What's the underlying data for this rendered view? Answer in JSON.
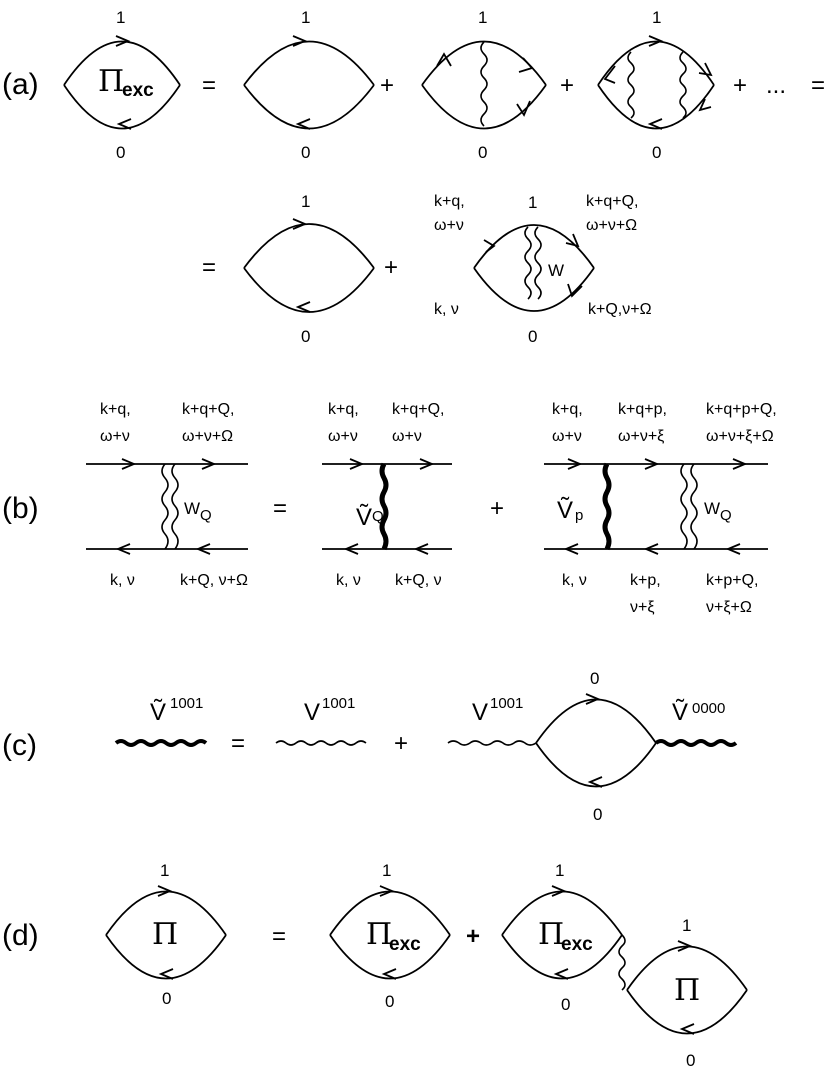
{
  "panels": {
    "a": "(a)",
    "b": "(b)",
    "c": "(c)",
    "d": "(d)"
  },
  "labels": {
    "one": "1",
    "zero": "0",
    "eq": "=",
    "plus": "+",
    "bold_plus": "+",
    "dots": "...",
    "pi": "Π",
    "exc": "exc",
    "W": "W",
    "Q": "Q",
    "p": "p",
    "V": "V",
    "Vtilde": "Ṽ",
    "sup1001": "1001",
    "sup0000": "0000"
  },
  "a_row2": {
    "tl1": "k+q,",
    "tl2": "ω+ν",
    "tr1": "k+q+Q,",
    "tr2": "ω+ν+Ω",
    "bl": "k, ν",
    "br": "k+Q,ν+Ω"
  },
  "b": {
    "d1_t1a": "k+q,",
    "d1_t1b": "ω+ν",
    "d1_t2a": "k+q+Q,",
    "d1_t2b": "ω+ν+Ω",
    "d1_b1": "k, ν",
    "d1_b2": "k+Q, ν+Ω",
    "d2_t1a": "k+q,",
    "d2_t1b": "ω+ν",
    "d2_t2a": "k+q+Q,",
    "d2_t2b": "ω+ν",
    "d2_b1": "k, ν",
    "d2_b2": "k+Q, ν",
    "d3_t1a": "k+q,",
    "d3_t1b": "ω+ν",
    "d3_t2a": "k+q+p,",
    "d3_t2b": "ω+ν+ξ",
    "d3_t3a": "k+q+p+Q,",
    "d3_t3b": "ω+ν+ξ+Ω",
    "d3_b1": "k, ν",
    "d3_b2a": "k+p,",
    "d3_b2b": "ν+ξ",
    "d3_b3a": "k+p+Q,",
    "d3_b3b": "ν+ξ+Ω"
  }
}
